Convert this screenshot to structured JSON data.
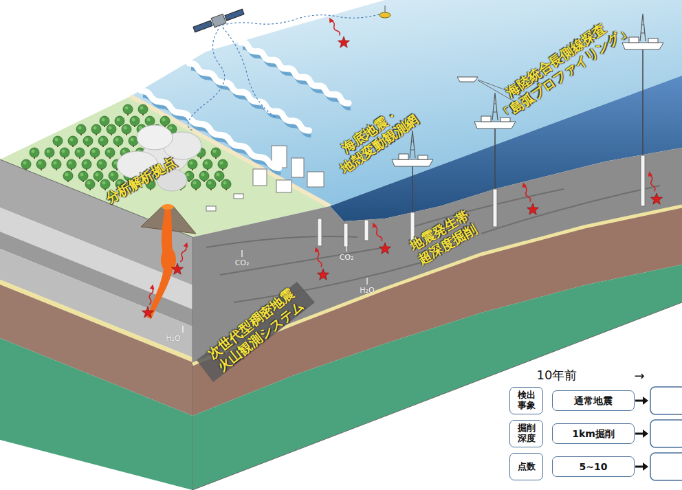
{
  "diagram": {
    "nodes": [
      {
        "text": [
          "検出 事象"
        ]
      },
      {
        "text": [
          "通常地震"
        ]
      },
      {
        "text": [
          "掘削 深度"
        ]
      },
      {
        "text": [
          "1km掘削"
        ]
      },
      {
        "text": [
          "点数"
        ]
      },
      {
        "text": [
          "5~10"
        ]
      }
    ],
    "labels": [
      "分析解析拠点",
      "海底地震・ 地殻変動観測網",
      "海陸統合長側線探査 「島弧プロファイリング」",
      "次世代型稠密地震 火山観測システム",
      "地震発生帯 超深度掘削",
      "H₂O",
      "CO₂",
      "CO₂",
      "H₂O",
      "10年前",
      "→"
    ]
  }
}
